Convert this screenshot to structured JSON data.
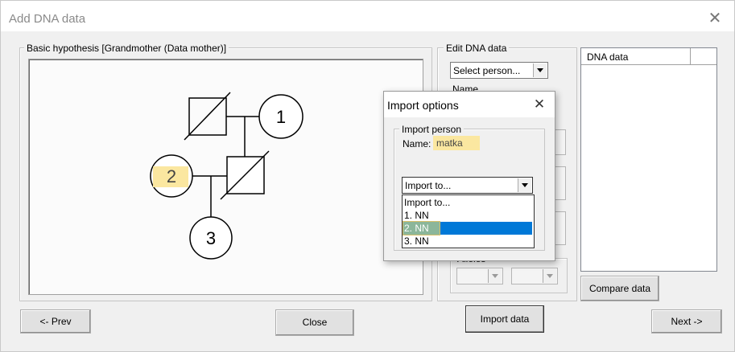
{
  "window": {
    "title": "Add DNA data",
    "close_icon": "close-icon"
  },
  "hypothesis": {
    "legend": "Basic hypothesis [Grandmother (Data mother)]",
    "person1": "1",
    "person2": "2",
    "person3": "3"
  },
  "edit": {
    "legend": "Edit DNA data",
    "select_person": "Select person...",
    "name_label": "Name",
    "alleles_label": "Alleles"
  },
  "dna": {
    "col1": "DNA data",
    "col2": ""
  },
  "buttons": {
    "compare": "Compare data",
    "prev": "<- Prev",
    "close": "Close",
    "import": "Import data",
    "next": "Next ->"
  },
  "dialog": {
    "title": "Import options",
    "group_legend": "Import person",
    "name_label": "Name:",
    "name_value": "matka",
    "combo_value": "Import to...",
    "options": [
      "Import to...",
      "1. NN",
      "2. NN",
      "3. NN"
    ],
    "selected_index": 2
  },
  "colors": {
    "selection": "#0078d7",
    "highlight": "#fbe7a0"
  }
}
